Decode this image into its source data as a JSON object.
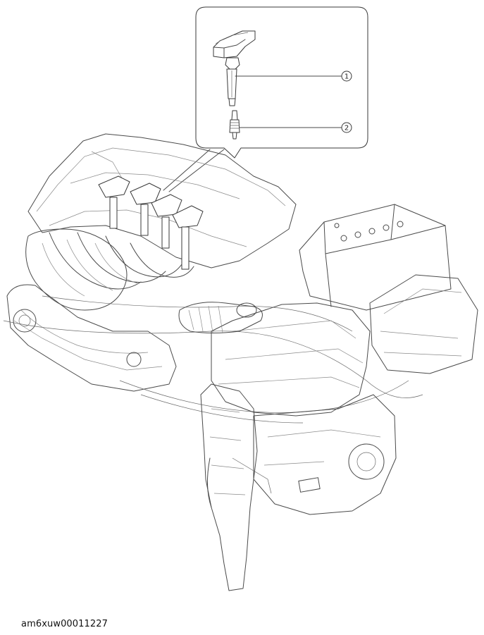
{
  "figure": {
    "callouts": [
      {
        "number": "1",
        "part": "ignition-coil"
      },
      {
        "number": "2",
        "part": "spark-plug"
      }
    ],
    "reference_code": "am6xuw00011227"
  },
  "colors": {
    "line": "#4a4a4a",
    "background": "#ffffff"
  }
}
